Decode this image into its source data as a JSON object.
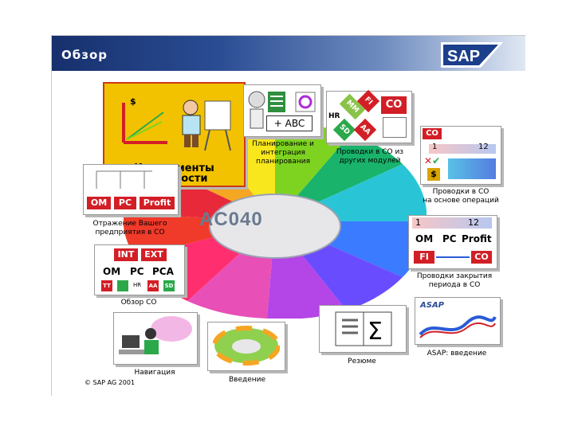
{
  "header": {
    "title": "Обзор",
    "logo": "SAP"
  },
  "center": {
    "label": "AC040"
  },
  "modules": {
    "reporting": {
      "line1": "Инструменты",
      "line2": "отчетности"
    },
    "planning": {
      "line1": "Планирование и",
      "line2": "интеграция",
      "line3": "планирования",
      "abc": "+ ABC"
    },
    "postings_modules": {
      "line1": "Проводки в СО из",
      "line2": "других модулей",
      "tags": {
        "mm": "MM",
        "fi": "FI",
        "co": "CO",
        "hr": "HR",
        "sd": "SD",
        "aa": "AA"
      }
    },
    "postings_ops": {
      "line1": "Проводки в СО",
      "line2": "на основе операций",
      "tags": {
        "co": "CO",
        "n1": "1",
        "n12": "12"
      }
    },
    "closing": {
      "line1": "Проводки закрытия",
      "line2": "периода в СО",
      "tags": {
        "n1": "1",
        "n12": "12",
        "om": "OM",
        "pc": "PC",
        "profit": "Profit",
        "fi": "FI",
        "co": "CO"
      }
    },
    "reflection": {
      "line1": "Отражение Вашего",
      "line2": "предприятия в СО",
      "tags": {
        "om": "OM",
        "pc": "PC",
        "profit": "Profit"
      }
    },
    "overview": {
      "line1": "Обзор СО",
      "tags": {
        "int": "INT",
        "ext": "EXT",
        "om": "OM",
        "pc": "PC",
        "pca": "PCA",
        "tt": "TT",
        "hr": "HR",
        "aa": "AA",
        "sd": "SD"
      }
    },
    "navigation": {
      "line1": "Навигация"
    },
    "intro": {
      "line1": "Введение"
    },
    "summary": {
      "line1": "Резюме"
    },
    "asap": {
      "line1": "ASAP: введение",
      "logo": "ASAP"
    }
  },
  "footer": {
    "copyright": "© SAP AG 2001"
  },
  "colors": {
    "header_dark": "#17306d",
    "accent_red": "#d21f26",
    "accent_green": "#2aa84a",
    "tile_yellow": "#f2c200"
  }
}
